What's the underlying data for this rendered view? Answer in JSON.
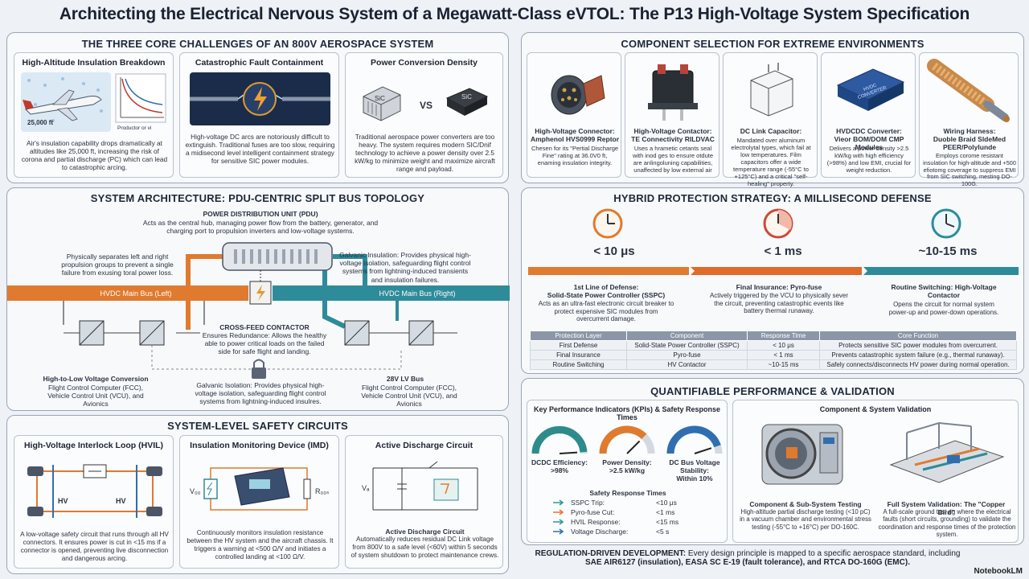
{
  "title": "Architecting the Electrical Nervous System of a Megawatt-Class eVTOL: The P13 High-Voltage System Specification",
  "challenges": {
    "heading": "THE THREE CORE CHALLENGES OF AN 800V AEROSPACE SYSTEM",
    "cards": [
      {
        "title": "High-Altitude Insulation Breakdown",
        "altitude_label": "25,000 ft",
        "chart_label": "Productor or vi",
        "body": "Air's insulation capability drops dramatically at altitudes like 25,000 ft, increasing the risk of corona and partial discharge (PC) which can lead to catastrophic arcing."
      },
      {
        "title": "Catastrophic Fault Containment",
        "body": "High-voltage DC arcs are notoriously difficult to extinguish. Traditional fuses are too slow, requiring a midisecond level intelligent containment strategy for sensitive SIC power modules."
      },
      {
        "title": "Power Conversion Density",
        "vs": "VS",
        "chip_a": "SiC",
        "chip_b": "SiC",
        "body": "Traditional aerospace power converters are too heavy. The system requires modern SIC/Dnif technology to achieve a power density over 2.5 kW/kg to minimize weight and maximize aircraft range and payload."
      }
    ]
  },
  "components": {
    "heading": "COMPONENT SELECTION FOR EXTREME ENVIRONMENTS",
    "cards": [
      {
        "name": "High-Voltage Connector:",
        "sub": "Amphenol HVS0999 Reptor",
        "body": "Chesen for its \"Pertial Discharge Fine\" rating at 36.0V0 ft, enaming insulation integrity."
      },
      {
        "name": "High-Voltage Contactor:",
        "sub": "TE Connectivity RILDVAC",
        "body": "Uses a hrametic cetants seal with inod ges to ensure otdute are anlingoluning capabilities, unaffected by low external air"
      },
      {
        "name": "DC Link Capacitor:",
        "sub": "",
        "body": "Mandated over aluminum electrolytal types, which fail at low temperatures. Film capacitors offer a wide temperature range (-55°C to +125°C) and a critical \"self-healing\" property."
      },
      {
        "name": "HVDCDC Converter:",
        "sub": "Vieor BOM/DOM CMP Modules",
        "chip_label": "HVDC CONVERTER",
        "body": "Delivers a power density >2.5 kW/kg with high efficiency (>98%) and low EMI, crucial for weight reduction."
      },
      {
        "name": "Wiring Harness:",
        "sub": "Duoble Braid SldeMed PEER/Polylunde",
        "body": "Employs corome resistant insulation for high-altitude and +500 efiotomg coverage to suppress EMI from SIC switching, mesting DO-100G."
      }
    ]
  },
  "architecture": {
    "heading": "SYSTEM ARCHITECTURE: PDU-CENTRIC SPLIT BUS TOPOLOGY",
    "pdu_title": "POWER DISTRIBUTION UNIT (PDU)",
    "pdu_body": "Acts as the central hub, managing power flow from the battery, generator, and charging port to propulsion inverters and low-voltage systems.",
    "split_note": "Physically separates left and right propulsion groups to prevent a single failure from exusing toral power loss.",
    "galvanic_note": "Galvanic Insulation: Provides physical high-voltage isolation, safeguarding flight control systems from lightning-induced transients and insulation failures.",
    "bus_left": "HVDC Main Bus (Left)",
    "bus_right": "HVDC Main Bus (Right)",
    "crossfeed_title": "CROSS-FEED CONTACTOR",
    "crossfeed_body": "Ensures Redundance: Allows the healthy able to power critical loads on the failed side for safe flight and landing.",
    "lv_conv_title": "High-to-Low Voltage Conversion",
    "lv_conv_body": "Flight Control Computer (FCC), Vehicle Control Unit (VCU), and Avionics",
    "isolation_note": "Galvanic Isolation: Provides physical high-voltage isolation, safeguarding flight control systems from lightning-induced insulres.",
    "lv_bus_title": "28V LV Bus",
    "lv_bus_body": "Flight Control Computer (FCC), Vehicle Control Unit (VCU), and Avionics"
  },
  "protection": {
    "heading": "HYBRID PROTECTION STRATEGY: A MILLISECOND DEFENSE",
    "stages": [
      {
        "time": "< 10 μs",
        "title": "1st Line of Defense:",
        "sub": "Solid-State Power Controller (SSPC)",
        "body": "Acts as an ultra-fast electronic circuit breaker to protect expensive SIC modules from overcurrent damage."
      },
      {
        "time": "< 1 ms",
        "title": "Final Insurance: Pyro-fuse",
        "sub": "",
        "body": "Actively triggered by the VCU to physically sever the circuit, preventing catastrophic events like battery thermal runaway."
      },
      {
        "time": "~10-15 ms",
        "title": "Routine Switching: High-Voltage Contactor",
        "sub": "",
        "body": "Opens the circuit for normal system power-up and power-down operations."
      }
    ],
    "table_headers": [
      "Protection Layer",
      "Component",
      "Response Time",
      "Core Function"
    ],
    "table_rows": [
      [
        "First Defense",
        "Solid-State Power Controller (SSPC)",
        "< 10 μs",
        "Protects sensitive SIC power modules from overcurrent."
      ],
      [
        "Final Insurance",
        "Pyro-fuse",
        "< 1 ms",
        "Prevents catastrophic system failure (e.g., thermal runaway)."
      ],
      [
        "Routine Switching",
        "HV Contactor",
        "~10-15 ms",
        "Safely connects/disconnects HV power during normal operation."
      ]
    ]
  },
  "safety": {
    "heading": "SYSTEM-LEVEL SAFETY CIRCUITS",
    "cards": [
      {
        "title": "High-Voltage Interlock Loop (HVIL)",
        "hv_a": "HV",
        "hv_b": "HV",
        "body": "A low-voltage safety circuit that runs through all HV connectors. It ensures power is cut in <15 ms if a connector is opened, preventing live disconnection and dangerous arcing."
      },
      {
        "title": "Insulation Monitoring Device (IMD)",
        "v_label": "V₀₀",
        "r_label": "R₀₀ₛ",
        "body": "Continuously monitors insulation resistance between the HV system and the aircraft chassis. It triggers a warning at <500 Ω/V and initiates a controlled landing at <100 Ω/V."
      },
      {
        "title": "Active Discharge Circuit",
        "v_label": "Vₐ",
        "sub": "Active Discharge Circuit",
        "body": "Automatically reduces residual DC Link voltage from 800V to a safe level (<60V) within 5 seconds of system shutdown to protect maintenance crews."
      }
    ]
  },
  "performance": {
    "heading": "QUANTIFIABLE PERFORMANCE & VALIDATION",
    "kpi_title": "Key Performance Indicators (KPIs) & Safety Response Times",
    "gauges": [
      {
        "label": "DCDC Efficiency:",
        "value": ">98%",
        "level": 0.98,
        "color": "#2e8b8b"
      },
      {
        "label": "Power Density:",
        "value": ">2.5 kW/kg",
        "level": 0.75,
        "color": "#e07a2e"
      },
      {
        "label": "DC Bus Voltage Stability:",
        "value": "Within 10%",
        "level": 0.9,
        "color": "#2f6fb0"
      }
    ],
    "response_title": "Safety Response Times",
    "responses": [
      {
        "label": "SSPC Trip:",
        "value": "<10 μs",
        "color": "#2e9a9a"
      },
      {
        "label": "Pyro-fuse Cut:",
        "value": "<1 ms",
        "color": "#e07a2e"
      },
      {
        "label": "HVIL Response:",
        "value": "<15 ms",
        "color": "#2e9a9a"
      },
      {
        "label": "Voltage Discharge:",
        "value": "<5 s",
        "color": "#2f6fb0"
      }
    ],
    "validation_title": "Component & System Validation",
    "test_a_title": "Component & Sub-System Testing",
    "test_a_body": "High-altitude partial discharge testing (<10 pC) in a vacuum chamber and environmental stress testing (-55°C to +16°C) per DO-160C.",
    "test_b_title": "Full System Validation: The \"Copper Bird\"",
    "test_b_body": "A full-scale ground test rig where the electrical faults (short circuits, grounding) to validate the coordination and response times of the protection system."
  },
  "footer": {
    "lead": "REGULATION-DRIVEN DEVELOPMENT:",
    "line1": "Every design principle is mapped to a specific aerospace standard, including",
    "line2": "SAE AIR6127 (insulation), EASA SC E-19 (fault tolerance), and RTCA DO-160G (EMC).",
    "brand": "NotebookLM"
  },
  "colors": {
    "orange": "#e07a2e",
    "teal": "#2e8b9a",
    "navy": "#1e2838"
  }
}
